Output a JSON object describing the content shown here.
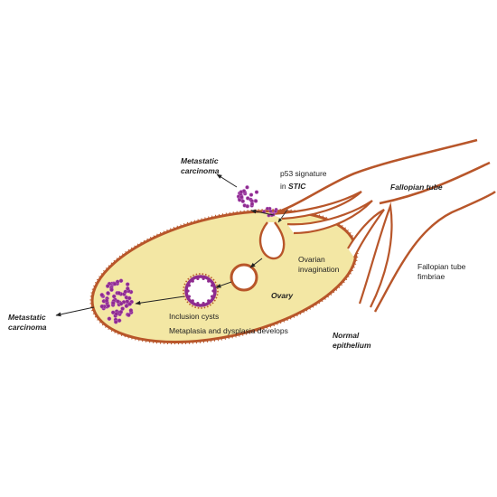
{
  "labels": {
    "metastatic_top_1": "Metastatic",
    "metastatic_top_2": "carcinoma",
    "p53_line1": "p53 signature",
    "p53_line2_prefix": "in ",
    "p53_line2_emph": "STIC",
    "fallopian_tube": "Fallopian tube",
    "fimbriae_1": "Fallopian tube",
    "fimbriae_2": "fimbriae",
    "ovarian_invag_1": "Ovarian",
    "ovarian_invag_2": "invagination",
    "ovary": "Ovary",
    "inclusion_cysts": "Inclusion cysts",
    "metaplasia": "Metaplasia and dysplasia develops",
    "metastatic_left_1": "Metastatic",
    "metastatic_left_2": "carcinoma",
    "normal_1": "Normal",
    "normal_2": "epithelium"
  },
  "colors": {
    "ovary_fill": "#f3e7a4",
    "epithelium": "#b8562a",
    "cells": "#8e2b8f",
    "cell_highlight": "#c67bd0",
    "arrow": "#222222"
  },
  "icons": {
    "tumor_cluster": "purple-cell-cluster",
    "cyst": "ring-cyst"
  }
}
